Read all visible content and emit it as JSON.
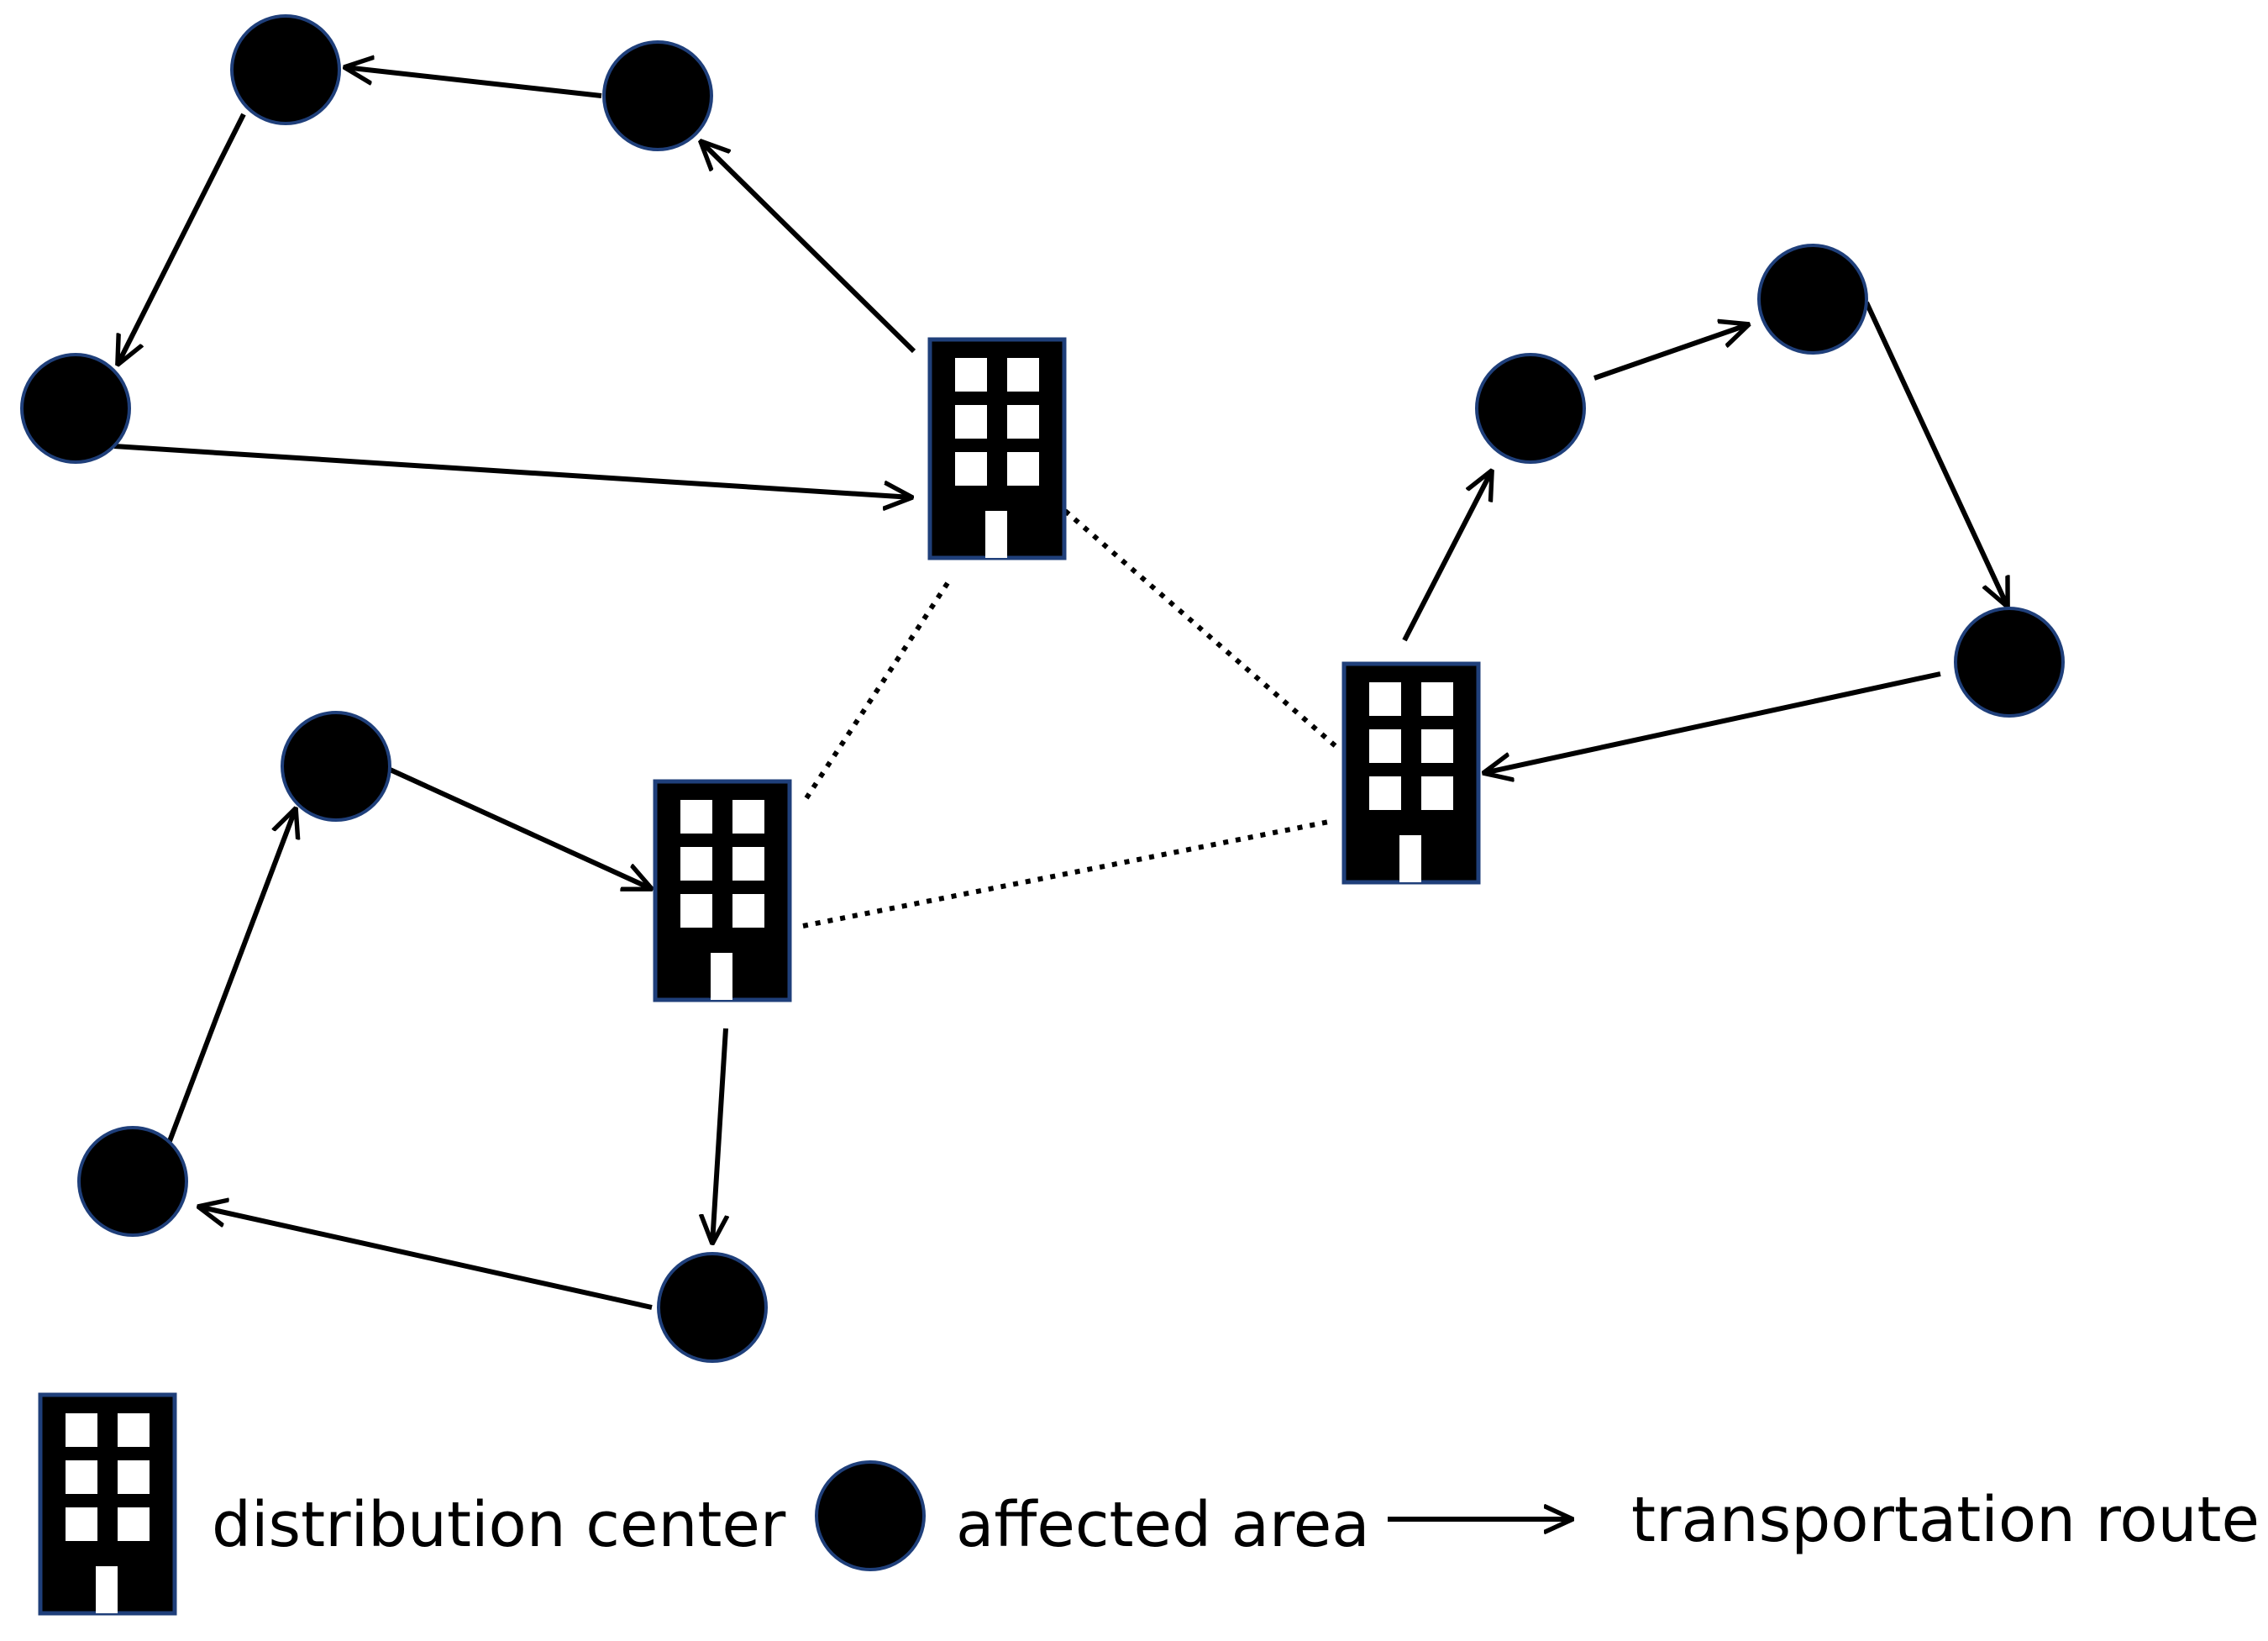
{
  "colors": {
    "node_fill": "#000000",
    "node_stroke": "#1f3f7a",
    "window_fill": "#ffffff",
    "route": "#000000",
    "link": "#000000",
    "background": "#ffffff"
  },
  "icons": {
    "distribution_center": "building-icon",
    "affected_area": "filled-circle-icon",
    "transportation_route": "arrow-right-icon"
  },
  "legend": {
    "distribution_center_label": "distribution center",
    "affected_area_label": "affected area",
    "transportation_route_label": "transportation route"
  }
}
